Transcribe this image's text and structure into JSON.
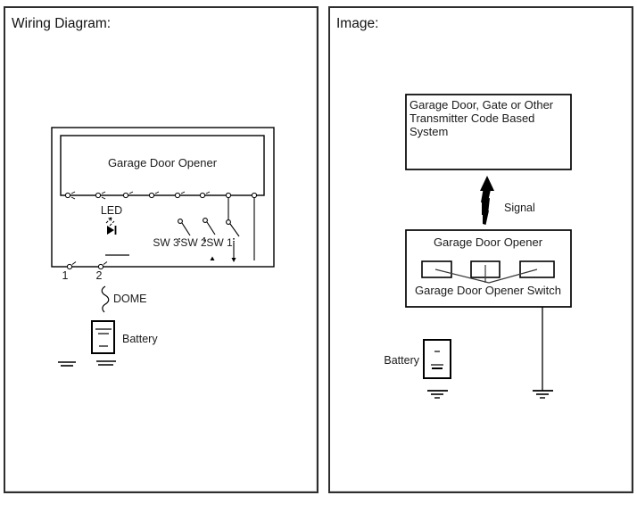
{
  "colors": {
    "background": "#ffffff",
    "panel_border": "#2e2e2e",
    "line": "#000000",
    "text": "#1a1a1a"
  },
  "left_panel": {
    "title": "Wiring Diagram:",
    "opener_box_label": "Garage Door Opener",
    "led_label": "LED",
    "switches": [
      "SW 3",
      "SW 2",
      "SW 1"
    ],
    "pin_labels": [
      "1",
      "2"
    ],
    "dome_label": "DOME",
    "battery_label": "Battery"
  },
  "right_panel": {
    "title": "Image:",
    "transmitter_box": {
      "line1": "Garage Door, Gate or Other",
      "line2": "Transmitter Code Based",
      "line3": "System"
    },
    "signal_label": "Signal",
    "opener_box_label": "Garage Door Opener",
    "opener_switch_label": "Garage Door Opener Switch",
    "battery_label": "Battery"
  }
}
